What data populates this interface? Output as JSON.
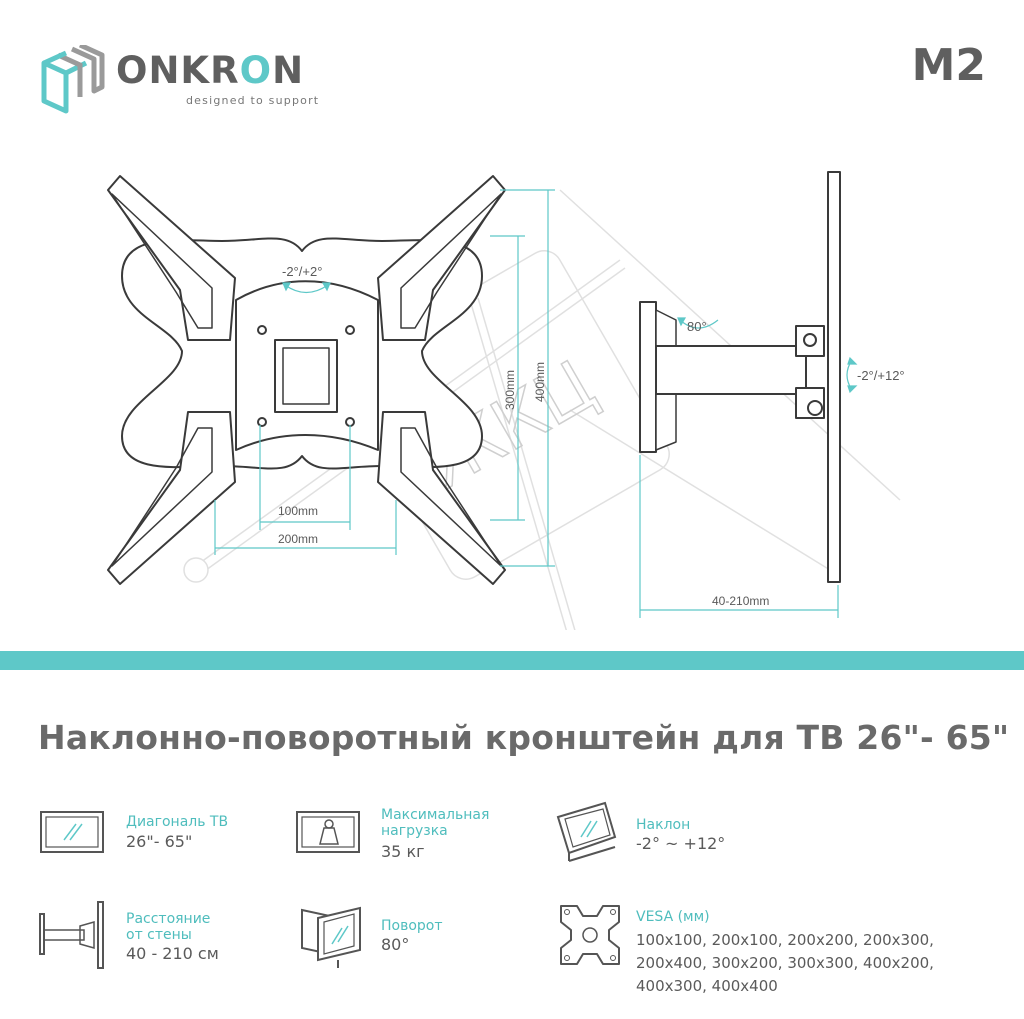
{
  "brand": {
    "name_prefix": "ONKR",
    "name_accent": "O",
    "name_suffix": "N",
    "tagline": "designed to support"
  },
  "model": "M2",
  "drawing_labels": {
    "front_tilt": "-2°/+2°",
    "dim_100": "100mm",
    "dim_200": "200mm",
    "dim_300": "300mm",
    "dim_400": "400mm",
    "side_swivel": "80°",
    "side_tilt": "-2°/+12°",
    "side_distance": "40-210mm"
  },
  "title": "Наклонно-поворотный кронштейн для ТВ 26\"- 65\"",
  "specs": {
    "diagonal": {
      "label": "Диагональ ТВ",
      "value": "26\"- 65\"",
      "icon": "tv-screen-icon"
    },
    "load": {
      "label_line1": "Максимальная",
      "label_line2": "нагрузка",
      "value": "35 кг",
      "icon": "weight-icon"
    },
    "tilt": {
      "label": "Наклон",
      "value": "-2° ~ +12°",
      "icon": "tilt-screen-icon"
    },
    "distance": {
      "label_line1": "Расстояние",
      "label_line2": "от стены",
      "value": "40 - 210 см",
      "icon": "wall-arm-icon"
    },
    "swivel": {
      "label": "Поворот",
      "value": "80°",
      "icon": "swivel-screen-icon"
    },
    "vesa": {
      "label": "VESA (мм)",
      "values_line1": "100x100, 200x100, 200x200, 200x300,",
      "values_line2": "200x400, 300x200, 300x300, 400x200,",
      "values_line3": "400x300, 400x400",
      "icon": "vesa-plate-icon"
    }
  },
  "watermark": "ЖКЦ",
  "colors": {
    "accent": "#5ec8c8",
    "text": "#616161",
    "line": "#3a3a3a"
  }
}
